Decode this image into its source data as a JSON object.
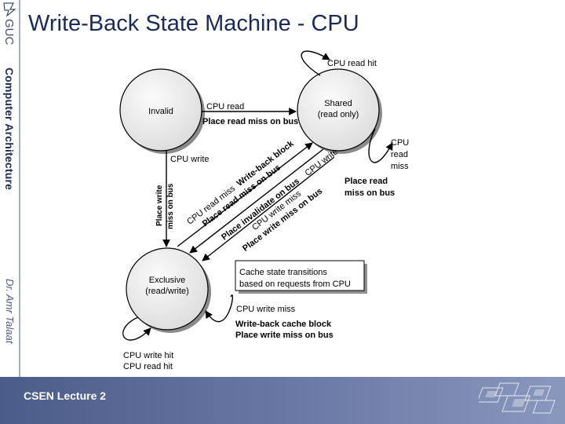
{
  "slide": {
    "title": "Write-Back State Machine - CPU",
    "logo_text": "GUC",
    "sidebar_course": "Computer Architecture",
    "sidebar_author": "Dr. Amr Talaat",
    "footer_lecture": "CSEN Lecture  2"
  },
  "diagram": {
    "states": {
      "invalid": "Invalid",
      "shared_line1": "Shared",
      "shared_line2": "(read only)",
      "exclusive_line1": "Exclusive",
      "exclusive_line2": "(read/write)"
    },
    "transitions": {
      "invalid_to_shared_event": "CPU read",
      "invalid_to_shared_action": "Place read miss on bus",
      "invalid_to_exclusive_event": "CPU write",
      "invalid_to_exclusive_action_1": "Place write",
      "invalid_to_exclusive_action_2": "miss on bus",
      "shared_hit": "CPU read hit",
      "shared_miss_1": "CPU",
      "shared_miss_2": "read",
      "shared_miss_3": "miss",
      "shared_miss_action_1": "Place read",
      "shared_miss_action_2": "miss on bus",
      "excl_read_miss_event": "CPU read miss",
      "excl_read_miss_action_1": "Write-back block",
      "excl_read_miss_action_2": "Place read miss on bus",
      "shared_write_event": "CPU write",
      "shared_write_action": "Place invalidate on bus",
      "shared_write_miss_event": "CPU write miss",
      "shared_write_miss_action": "Place write miss on bus",
      "excl_write_miss_event": "CPU write miss",
      "excl_write_miss_action_1": "Write-back cache block",
      "excl_write_miss_action_2": "Place write miss on bus",
      "excl_hit_1": "CPU write hit",
      "excl_hit_2": "CPU read hit"
    },
    "legend_line1": "Cache state transitions",
    "legend_line2": "based on requests from CPU"
  },
  "colors": {
    "title": "#1c2a58",
    "footer": "#5a6a98",
    "state_fill": "#ececec"
  }
}
